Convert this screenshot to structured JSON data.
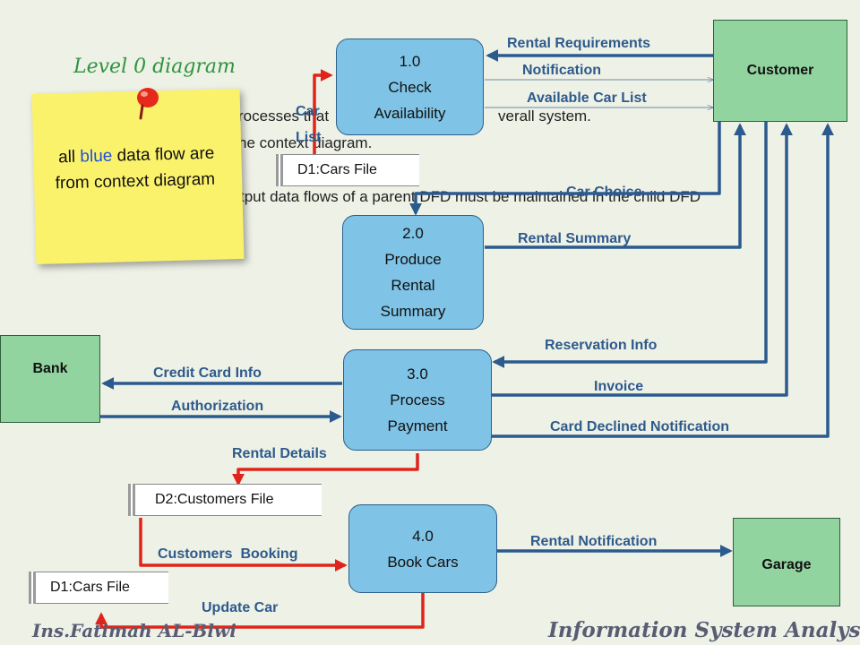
{
  "title": "Level 0 diagram",
  "note": {
    "prefix": "all ",
    "highlight": "blue",
    "suffix": " data flow are from context diagram"
  },
  "background_text": {
    "line1": "rocesses that",
    "line1b": "verall system.",
    "line2": "he context diagram.",
    "line3": "tput data flows of a parent DFD must be maintained in the child DFD"
  },
  "processes": [
    {
      "id": "1.0",
      "lines": [
        "1.0",
        "Check",
        "Availability"
      ]
    },
    {
      "id": "2.0",
      "lines": [
        "2.0",
        "Produce",
        "Rental",
        "Summary"
      ]
    },
    {
      "id": "3.0",
      "lines": [
        "3.0",
        "Process",
        "Payment"
      ]
    },
    {
      "id": "4.0",
      "lines": [
        "4.0",
        "Book Cars"
      ]
    }
  ],
  "externals": {
    "customer": "Customer",
    "bank": "Bank",
    "garage": "Garage"
  },
  "stores": {
    "d1_top": "D1:Cars File",
    "d2": "D2:Customers File",
    "d1_bottom": "D1:Cars File"
  },
  "flows": {
    "rental_requirements": "Rental Requirements",
    "notification": "Notification",
    "available_car_list": "Available Car List",
    "car_list_1": "Car",
    "car_list_2": "List",
    "car_choice": "Car Choice",
    "rental_summary": "Rental Summary",
    "reservation_info": "Reservation Info",
    "invoice": "Invoice",
    "card_declined": "Card Declined Notification",
    "credit_card_info": "Credit Card Info",
    "authorization": "Authorization",
    "rental_details": "Rental Details",
    "customers_booking": "Customers  Booking",
    "rental_notification": "Rental Notification",
    "update_car": "Update Car"
  },
  "footer": {
    "left": "Ins.Fatimah AL-Blwi",
    "right": "Information System Analysis"
  },
  "colors": {
    "flow_blue": "#2b5a8e",
    "flow_red": "#e0241a",
    "process_fill": "#7fc3e6",
    "external_fill": "#92d4a0",
    "label": "#2e5a8c"
  }
}
